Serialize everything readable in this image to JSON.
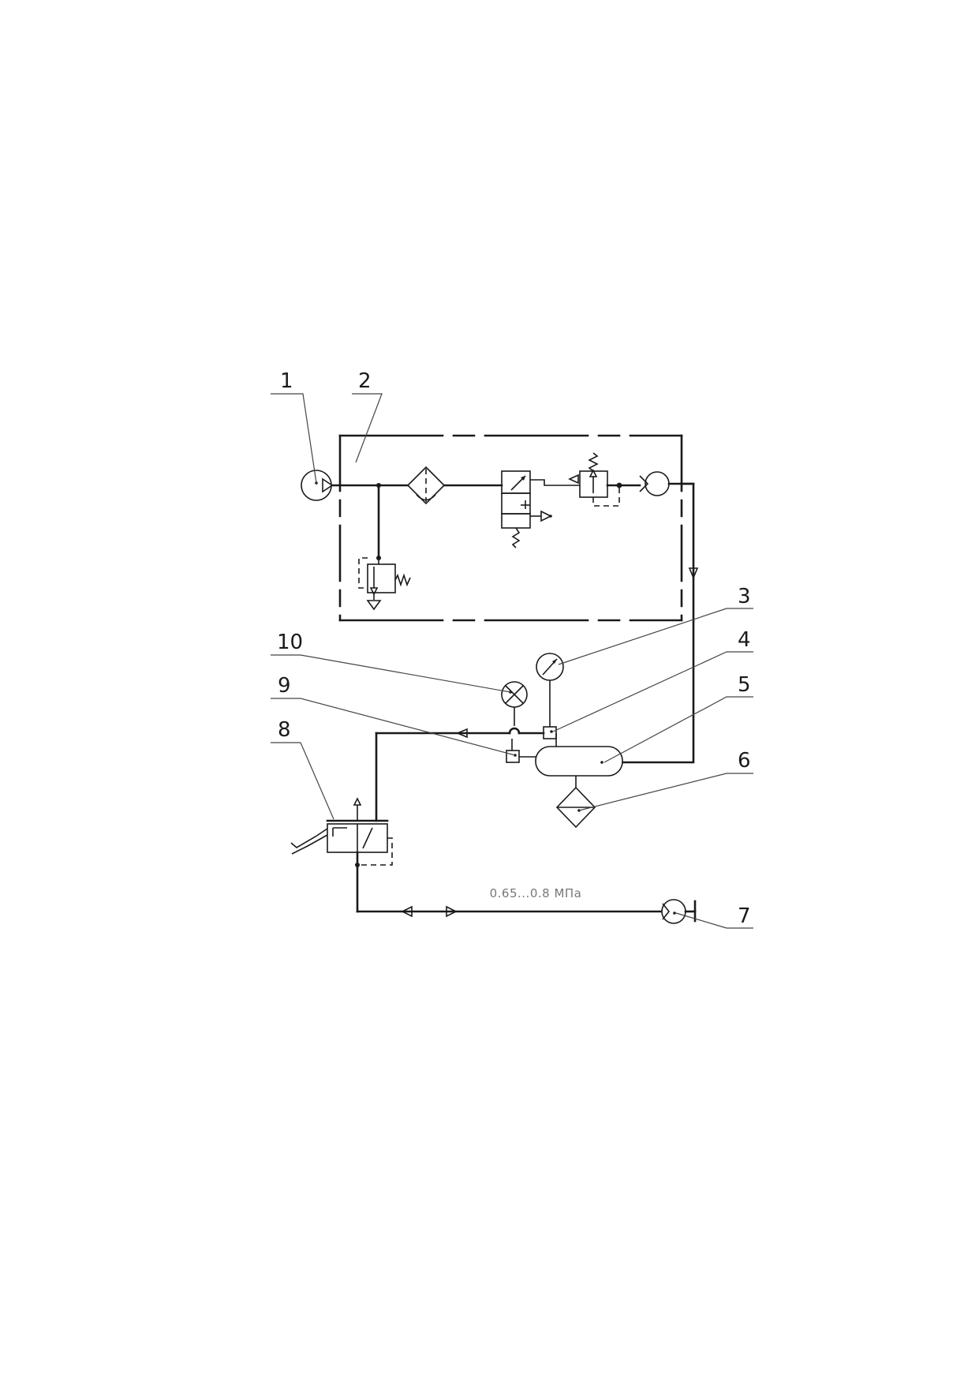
{
  "diagram": {
    "callouts": [
      "1",
      "2",
      "3",
      "4",
      "5",
      "6",
      "7",
      "8",
      "9",
      "10"
    ],
    "pressure_label": "0.65...0.8 МПа"
  },
  "colors": {
    "line": "#1a1a1a",
    "leader": "#444444",
    "note_text": "#777777",
    "background": "#ffffff"
  }
}
